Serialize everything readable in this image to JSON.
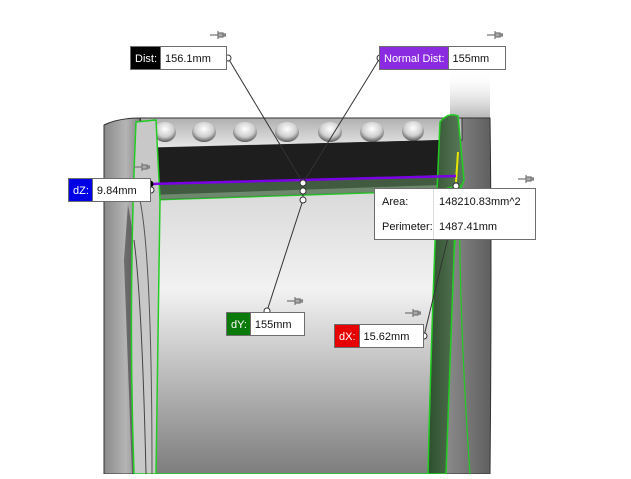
{
  "measurements": {
    "dist": {
      "tag": "Dist:",
      "value": "156.1mm",
      "color": "#000000"
    },
    "normal_dist": {
      "tag": "Normal Dist:",
      "value": "155mm",
      "color": "#8a2be2"
    },
    "dz": {
      "tag": "dZ:",
      "value": "9.84mm",
      "color": "#0000e6"
    },
    "dy": {
      "tag": "dY:",
      "value": "155mm",
      "color": "#0a7a0a"
    },
    "dx": {
      "tag": "dX:",
      "value": "15.62mm",
      "color": "#e60000"
    }
  },
  "info": {
    "area_label": "Area:",
    "area_value": "148210.83mm^2",
    "perimeter_label": "Perimeter:",
    "perimeter_value": "1487.41mm"
  },
  "icons": {
    "pin": "pushpin-icon"
  },
  "colors": {
    "selection_edge": "#22cc22",
    "measure_line": "#7a00e6",
    "leader_line": "#333333"
  }
}
